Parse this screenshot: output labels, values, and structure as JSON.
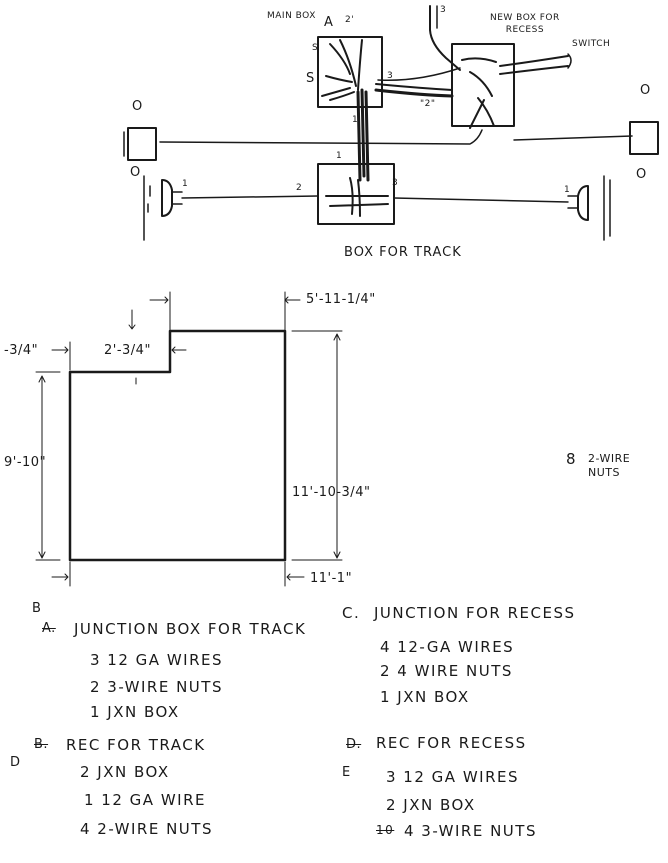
{
  "wiring": {
    "main_box": "MAIN BOX",
    "main_box_letter": "A",
    "main_box_mark": "2'",
    "s_mark_1": "S",
    "s_mark_2": "S",
    "wire_3_top": "3",
    "wire_3_main": "3",
    "new_box": "NEW BOX FOR\nRECESS",
    "switch": "SWITCH",
    "wire_2_mid": "\"2\"",
    "wire_1_main": "1",
    "wire_1_track": "1",
    "wire_2_track": "2",
    "wire_3_track": "3",
    "wire_1_left_rec": "1",
    "wire_1_right_rec": "1",
    "light_o_left_top": "O",
    "light_o_left_mid": "O",
    "light_o_right_top": "O",
    "light_o_right_mid": "O",
    "box_for_track": "BOX FOR TRACK"
  },
  "floorplan": {
    "dim_top_right": "5'-11-1/4\"",
    "dim_left_top": "-3/4\"",
    "dim_notch": "2'-3/4\"",
    "dim_left": "9'-10\"",
    "dim_right": "11'-10-3/4\"",
    "dim_bottom": "11'-1\""
  },
  "side_note": {
    "count": "8",
    "label": "2-WIRE\nNUTS"
  },
  "lists": {
    "b": {
      "letter": "B",
      "strike": "A.",
      "title": "JUNCTION BOX FOR TRACK",
      "items": [
        "3  12 GA WIRES",
        "2   3-WIRE NUTS",
        "1    JXN BOX"
      ]
    },
    "c": {
      "letter": "C.",
      "title": "JUNCTION FOR RECESS",
      "items": [
        "4  12-GA WIRES",
        "2   4 WIRE NUTS",
        "1     JXN BOX"
      ]
    },
    "d": {
      "letter": "D",
      "strike": "B.",
      "title": "REC FOR TRACK",
      "items": [
        "2 JXN BOX",
        "1  12 GA WIRE",
        "4   2-WIRE NUTS"
      ]
    },
    "e": {
      "letter": "E",
      "strike": "D.",
      "title": "REC FOR RECESS",
      "items": [
        "3  12  GA WIRES",
        "2  JXN BOX",
        "4   3-WIRE NUTS"
      ],
      "strike_item3": "10"
    }
  }
}
